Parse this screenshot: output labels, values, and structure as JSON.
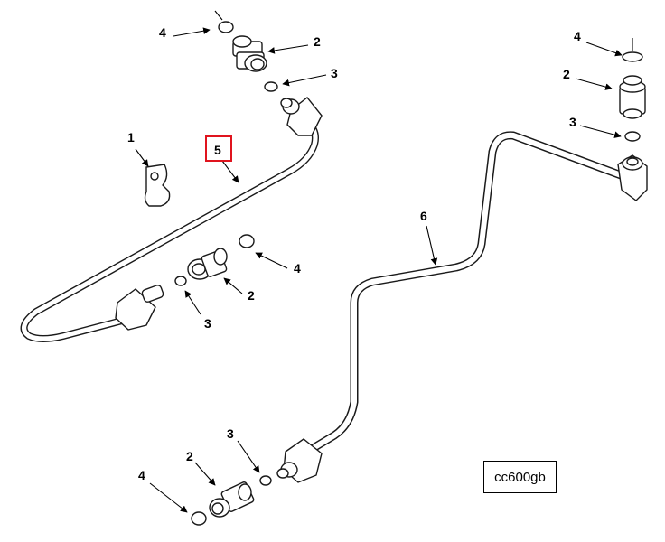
{
  "drawing_code": "cc600gb",
  "highlight_color": "#e0141e",
  "callouts": {
    "top_left_4": "4",
    "top_left_2": "2",
    "top_left_3": "3",
    "clamp_1": "1",
    "tube_5": "5",
    "mid_4": "4",
    "mid_2": "2",
    "mid_3": "3",
    "tube_6": "6",
    "right_4": "4",
    "right_2": "2",
    "right_3": "3",
    "bottom_3": "3",
    "bottom_2": "2",
    "bottom_4": "4"
  },
  "highlighted_callout": "5"
}
